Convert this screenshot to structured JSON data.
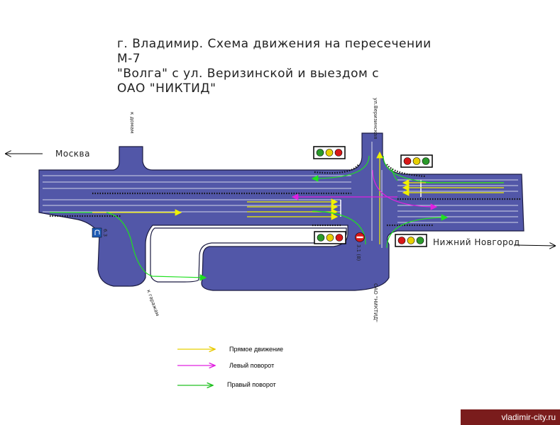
{
  "title": "г. Владимир. Схема движения на пересечении М-7\n\"Волга\" с ул. Веризинской и выездом с\nОАО \"НИКТИД\"",
  "labels": {
    "moscow": "Москва",
    "nizhny": "Нижний Новгород",
    "to_houses": "к домам",
    "to_garages": "к гаражам",
    "veriz_street": "ул.Веризинская",
    "niktid": "ОАО \"НИКТИД\"",
    "sign_text": "3.1 (8)",
    "sign_63": "6.3"
  },
  "legend": {
    "straight": "Прямое движение",
    "left": "Левый поворот",
    "right": "Правый поворот"
  },
  "colors": {
    "road": "#5257a8",
    "straight": "#f0f000",
    "left": "#e020e0",
    "right": "#20e020"
  },
  "watermark": "vladimir-city.ru"
}
